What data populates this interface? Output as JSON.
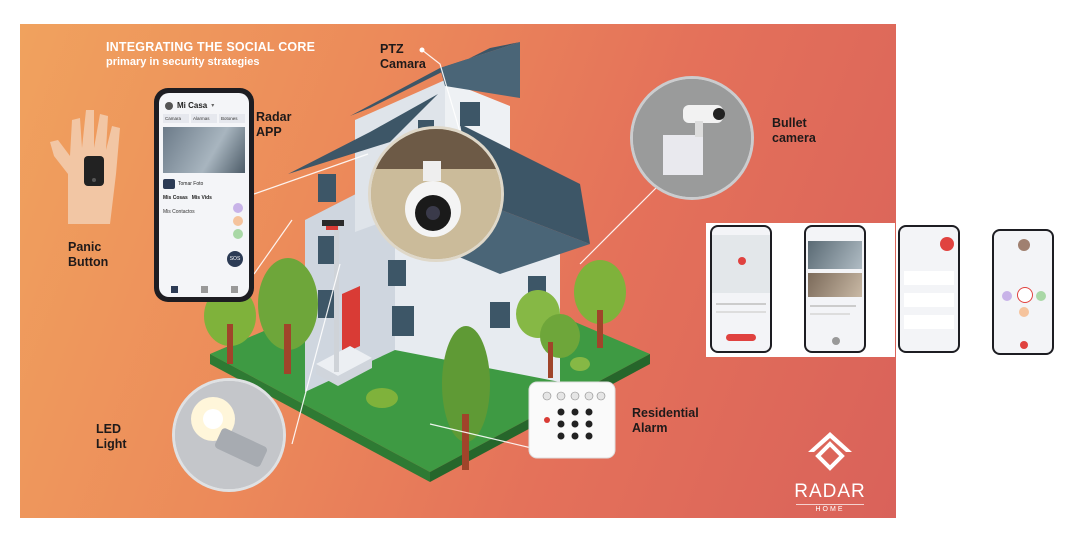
{
  "headline": {
    "line1": "INTEGRATING THE SOCIAL CORE",
    "line2": "primary in security strategies"
  },
  "labels": {
    "ptz": [
      "PTZ",
      "Camara"
    ],
    "radar_app": [
      "Radar",
      "APP"
    ],
    "bullet": [
      "Bullet",
      "camera"
    ],
    "panic": [
      "Panic",
      "Button"
    ],
    "led": [
      "LED",
      "Light"
    ],
    "alarm": [
      "Residential",
      "Alarm"
    ]
  },
  "app": {
    "title": "Mi Casa",
    "tabs": [
      "Camara",
      "Alarmas",
      "Botones"
    ],
    "buttons": [
      "Tomar Foto",
      "Mis Cosas",
      "Mis Vids",
      "Mis Contactos"
    ],
    "sos": "SOS"
  },
  "brand": {
    "word": "RADAR",
    "sub": "HOME"
  },
  "colors": {
    "accent": "#e0423f",
    "roof": "#3d5667",
    "door": "#d93b35",
    "grass": "#3e9a43"
  }
}
